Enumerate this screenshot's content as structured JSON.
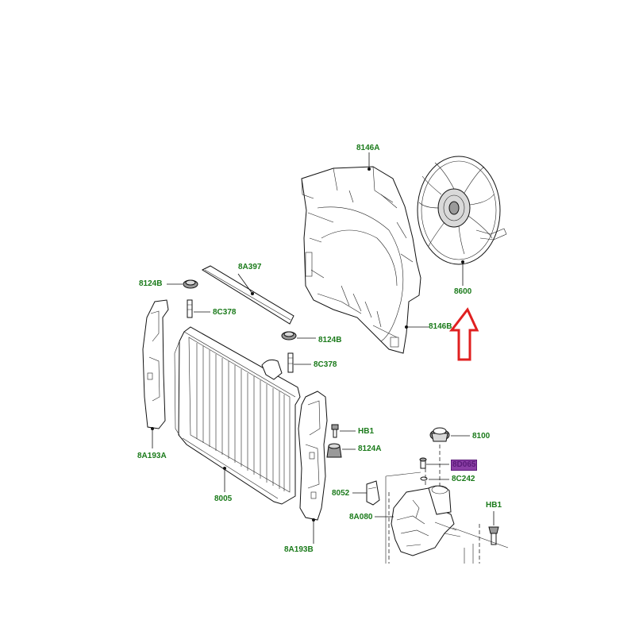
{
  "diagram": {
    "labels": {
      "8146A": "8146A",
      "8146B": "8146B",
      "8600": "8600",
      "8A397": "8A397",
      "8124B_top": "8124B",
      "8C378_top": "8C378",
      "8124B_mid": "8124B",
      "8C378_mid": "8C378",
      "8A193A": "8A193A",
      "8005": "8005",
      "HB1_top": "HB1",
      "8124A": "8124A",
      "8100": "8100",
      "8D065": "8D065",
      "8C242": "8C242",
      "HB1_right": "HB1",
      "8052": "8052",
      "8A080": "8A080",
      "8A193B": "8A193B"
    },
    "arrow_color": "#e02020",
    "label_color": "#1a7a1a",
    "highlight_color": "#8b3fa6"
  }
}
